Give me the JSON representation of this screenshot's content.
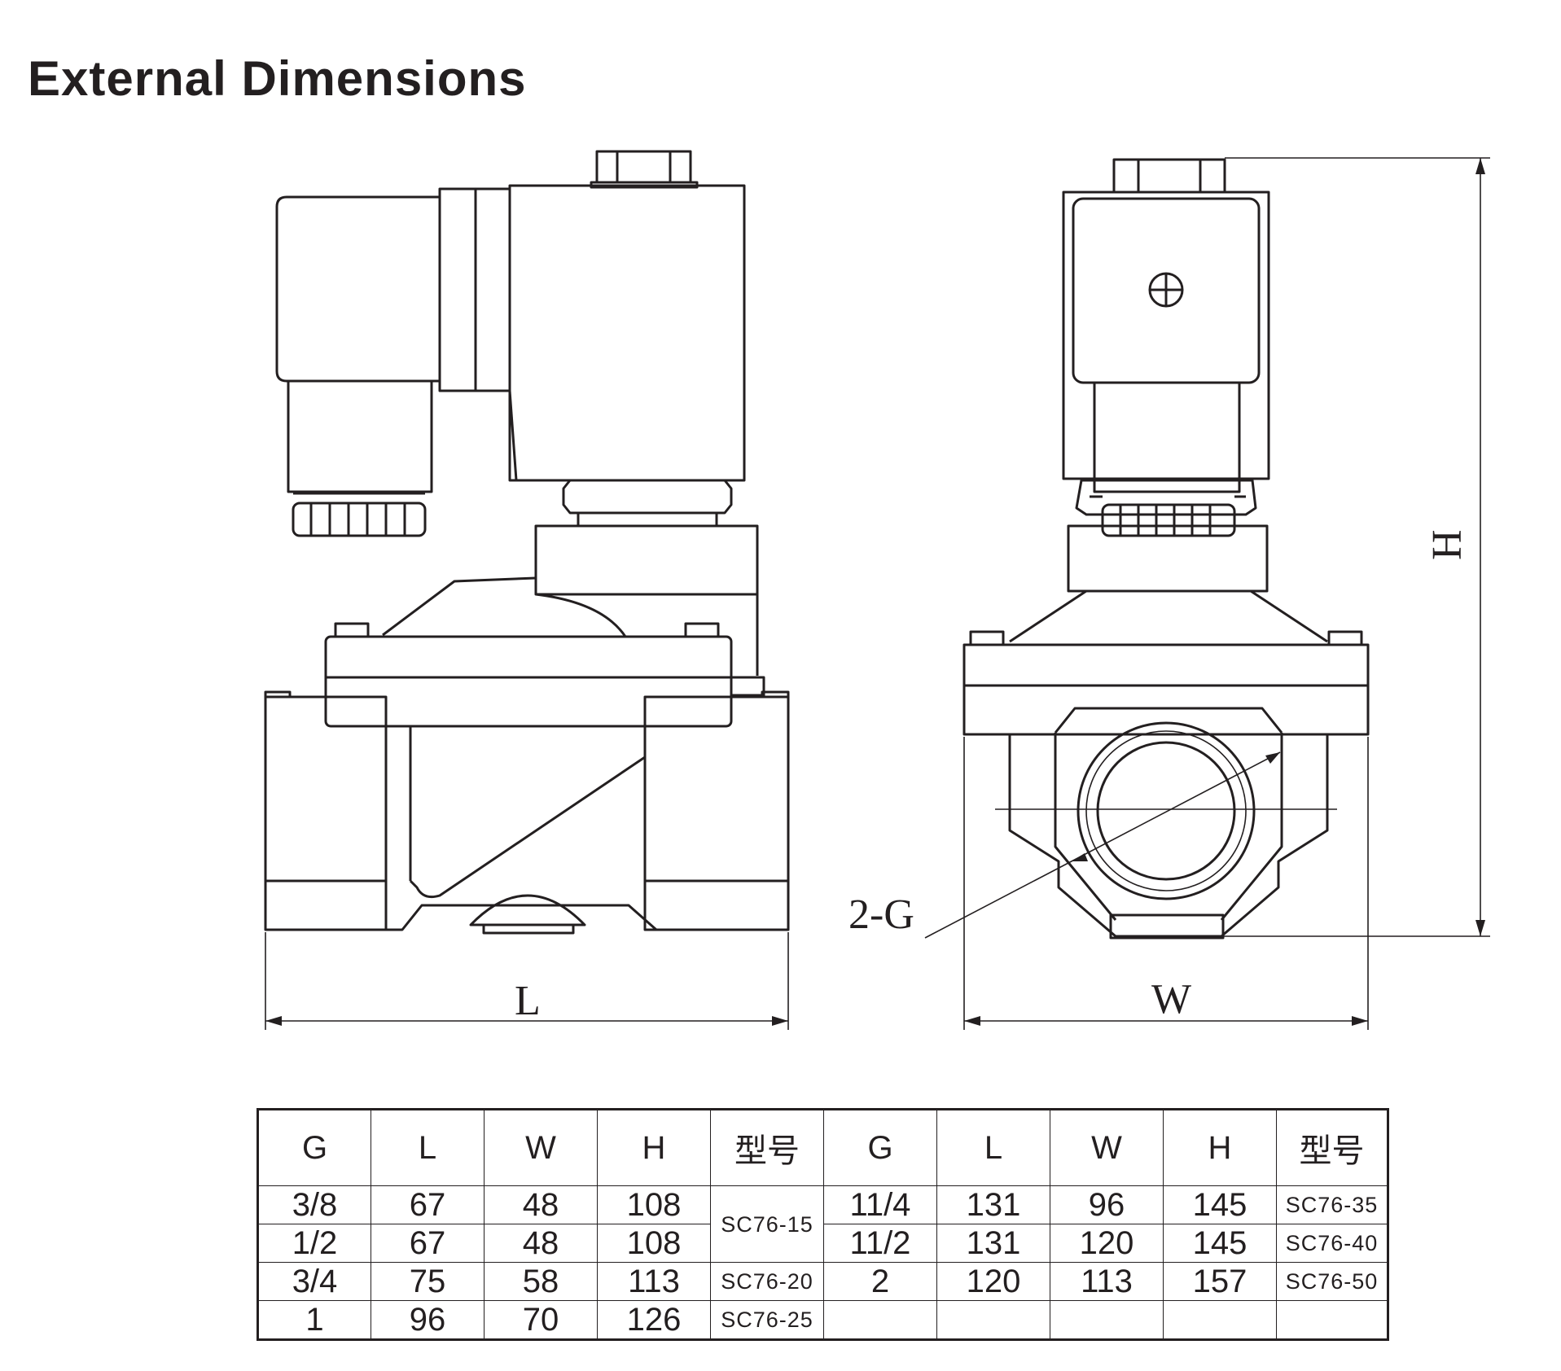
{
  "title": "External Dimensions",
  "diagram": {
    "label_L": "L",
    "label_W": "W",
    "label_H": "H",
    "label_G": "2-G"
  },
  "table": {
    "headers": [
      "G",
      "L",
      "W",
      "H",
      "型号",
      "G",
      "L",
      "W",
      "H",
      "型号"
    ],
    "left_rows": [
      {
        "G": "3/8",
        "L": "67",
        "W": "48",
        "H": "108"
      },
      {
        "G": "1/2",
        "L": "67",
        "W": "48",
        "H": "108"
      },
      {
        "G": "3/4",
        "L": "75",
        "W": "58",
        "H": "113"
      },
      {
        "G": "1",
        "L": "96",
        "W": "70",
        "H": "126"
      }
    ],
    "left_models": [
      "SC76-15",
      "SC76-20",
      "SC76-25"
    ],
    "right_rows": [
      {
        "G": "11/4",
        "L": "131",
        "W": "96",
        "H": "145",
        "model": "SC76-35"
      },
      {
        "G": "11/2",
        "L": "131",
        "W": "120",
        "H": "145",
        "model": "SC76-40"
      },
      {
        "G": "2",
        "L": "120",
        "W": "113",
        "H": "157",
        "model": "SC76-50"
      }
    ]
  }
}
